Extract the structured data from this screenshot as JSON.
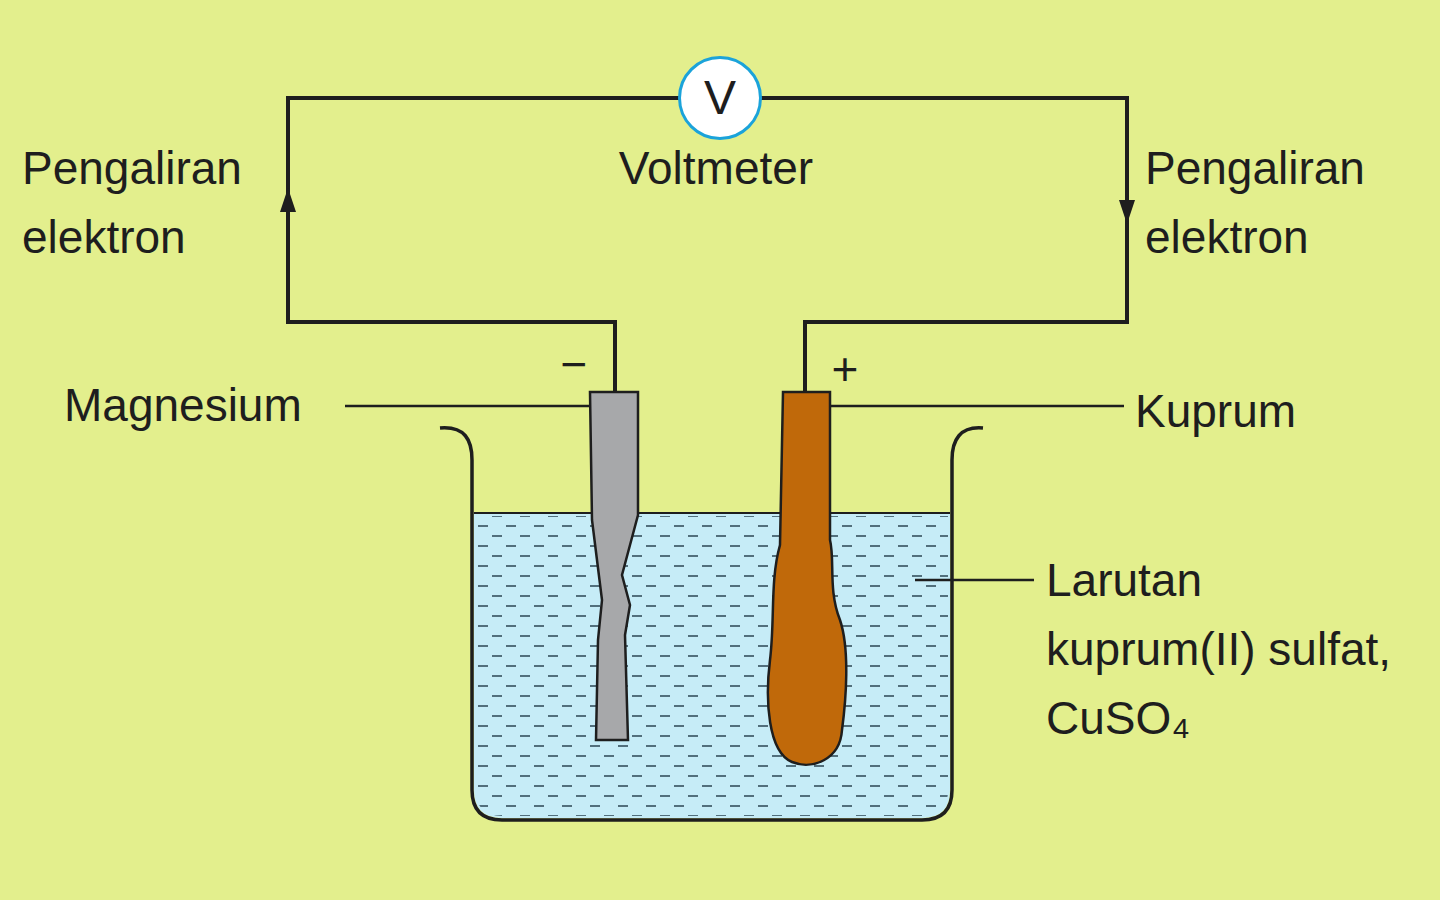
{
  "diagram": {
    "nodes": [
      {
        "text": [
          "V"
        ]
      }
    ],
    "labels": [
      "Pengaliran elektron",
      "Voltmeter",
      "Pengaliran elektron",
      "−",
      "+",
      "Magnesium",
      "Kuprum",
      "Larutan kuprum(II) sulfat, CuSO₄"
    ]
  }
}
